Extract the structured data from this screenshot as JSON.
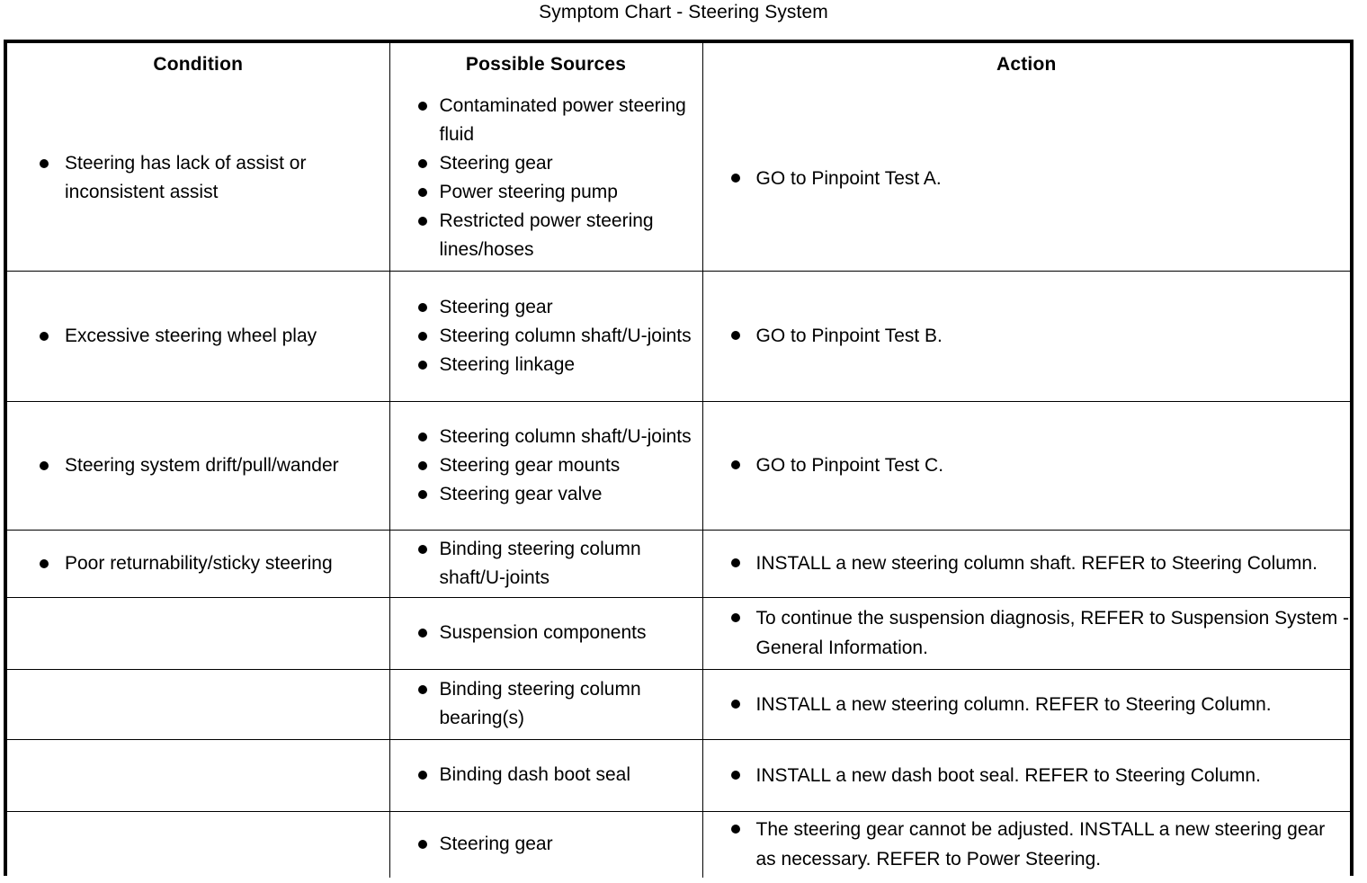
{
  "title": "Symptom Chart - Steering System",
  "table": {
    "columns": [
      "Condition",
      "Possible Sources",
      "Action"
    ],
    "rows": [
      {
        "condition": [
          "Steering has lack of assist or inconsistent assist"
        ],
        "sources": [
          "Contaminated power steering fluid",
          "Steering gear",
          "Power steering pump",
          "Restricted power steering lines/hoses"
        ],
        "action": [
          "GO to Pinpoint Test A."
        ]
      },
      {
        "condition": [
          "Excessive steering wheel play"
        ],
        "sources": [
          "Steering gear",
          "Steering column shaft/U-joints",
          "Steering linkage"
        ],
        "action": [
          "GO to Pinpoint Test B."
        ]
      },
      {
        "condition": [
          "Steering system drift/pull/wander"
        ],
        "sources": [
          "Steering column shaft/U-joints",
          "Steering gear mounts",
          "Steering gear valve"
        ],
        "action": [
          "GO to Pinpoint Test C."
        ]
      },
      {
        "condition": [
          "Poor returnability/sticky steering"
        ],
        "sources": [
          "Binding steering column shaft/U-joints"
        ],
        "action": [
          "INSTALL a new steering column shaft. REFER to Steering Column."
        ]
      },
      {
        "condition": [],
        "sources": [
          "Suspension components"
        ],
        "action": [
          "To continue the suspension diagnosis, REFER to Suspension System - General Information."
        ]
      },
      {
        "condition": [],
        "sources": [
          "Binding steering column bearing(s)"
        ],
        "action": [
          "INSTALL a new steering column. REFER to Steering Column."
        ]
      },
      {
        "condition": [],
        "sources": [
          "Binding dash boot seal"
        ],
        "action": [
          "INSTALL a new dash boot seal. REFER to Steering Column."
        ]
      },
      {
        "condition": [],
        "sources": [
          "Steering gear"
        ],
        "action": [
          "The steering gear cannot be adjusted. INSTALL a new steering gear as necessary. REFER to Power Steering."
        ]
      }
    ]
  },
  "colors": {
    "ink": "#000000",
    "paper": "#ffffff"
  }
}
